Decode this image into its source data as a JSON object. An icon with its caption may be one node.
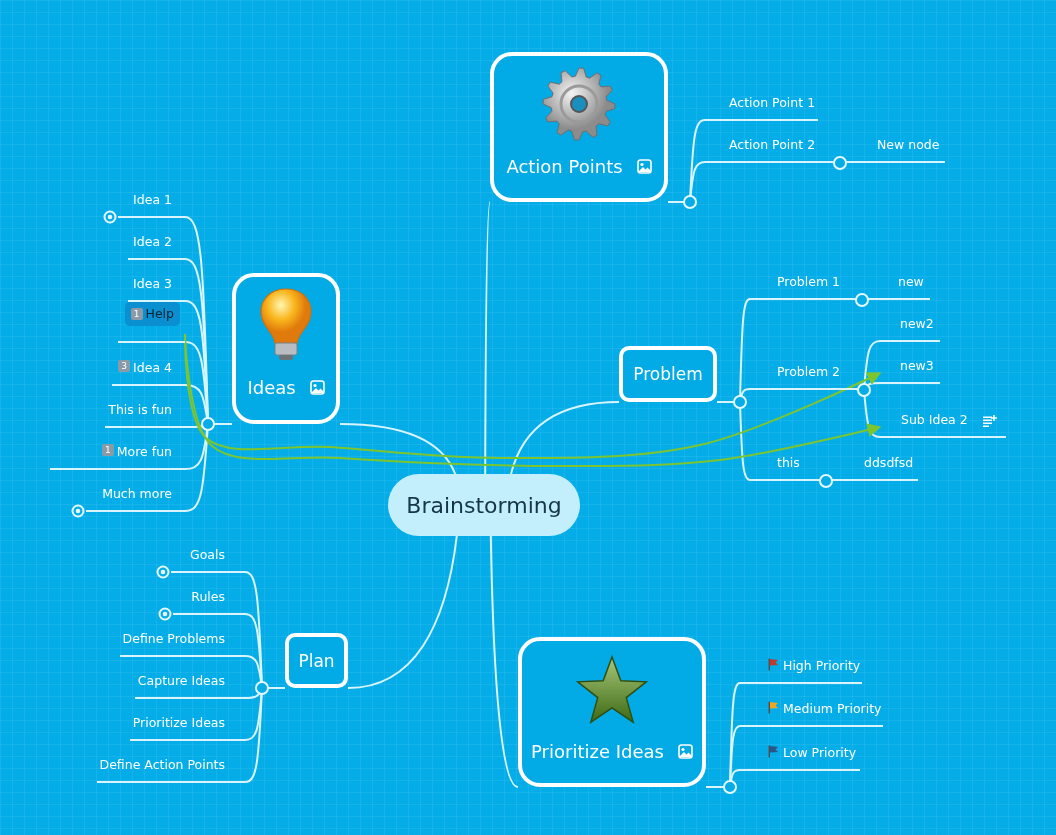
{
  "diagram": {
    "nodes": [
      {
        "text": [
          "Brainstorming"
        ]
      },
      {
        "text": [
          "Action Points"
        ]
      },
      {
        "text": [
          "Action Point 1"
        ]
      },
      {
        "text": [
          "Action Point 2"
        ]
      },
      {
        "text": [
          "New node"
        ]
      },
      {
        "text": [
          "Problem"
        ]
      },
      {
        "text": [
          "Problem 1"
        ]
      },
      {
        "text": [
          "new"
        ]
      },
      {
        "text": [
          "Problem 2"
        ]
      },
      {
        "text": [
          "new2"
        ]
      },
      {
        "text": [
          "new3"
        ]
      },
      {
        "text": [
          "Sub Idea 2"
        ]
      },
      {
        "text": [
          "this"
        ]
      },
      {
        "text": [
          "ddsdfsd"
        ]
      },
      {
        "text": [
          "Prioritize Ideas"
        ]
      },
      {
        "text": [
          "High Priority"
        ]
      },
      {
        "text": [
          "Medium Priority"
        ]
      },
      {
        "text": [
          "Low Priority"
        ]
      },
      {
        "text": [
          "Ideas"
        ]
      },
      {
        "text": [
          "Idea 1"
        ]
      },
      {
        "text": [
          "Idea 2"
        ]
      },
      {
        "text": [
          "Idea 3"
        ]
      },
      {
        "text": [
          "1",
          "Help"
        ]
      },
      {
        "text": [
          "3",
          "Idea 4"
        ]
      },
      {
        "text": [
          "This is fun"
        ]
      },
      {
        "text": [
          "1",
          "More fun"
        ]
      },
      {
        "text": [
          "Much more"
        ]
      },
      {
        "text": [
          "Plan"
        ]
      },
      {
        "text": [
          "Goals"
        ]
      },
      {
        "text": [
          "Rules"
        ]
      },
      {
        "text": [
          "Define Problems"
        ]
      },
      {
        "text": [
          "Capture Ideas"
        ]
      },
      {
        "text": [
          "Prioritize Ideas"
        ]
      },
      {
        "text": [
          "Define Action Points"
        ]
      }
    ],
    "edges": [
      {
        "from": 0,
        "to": 1,
        "arrow": "none"
      },
      {
        "from": 0,
        "to": 5,
        "arrow": "none"
      },
      {
        "from": 0,
        "to": 14,
        "arrow": "none"
      },
      {
        "from": 0,
        "to": 18,
        "arrow": "none"
      },
      {
        "from": 0,
        "to": 27,
        "arrow": "none"
      },
      {
        "from": 1,
        "to": 2,
        "arrow": "none"
      },
      {
        "from": 1,
        "to": 3,
        "arrow": "none"
      },
      {
        "from": 3,
        "to": 4,
        "arrow": "none"
      },
      {
        "from": 5,
        "to": 6,
        "arrow": "none"
      },
      {
        "from": 6,
        "to": 7,
        "arrow": "none"
      },
      {
        "from": 5,
        "to": 8,
        "arrow": "none"
      },
      {
        "from": 8,
        "to": 9,
        "arrow": "none"
      },
      {
        "from": 8,
        "to": 10,
        "arrow": "none"
      },
      {
        "from": 8,
        "to": 11,
        "arrow": "none"
      },
      {
        "from": 5,
        "to": 12,
        "arrow": "none"
      },
      {
        "from": 12,
        "to": 13,
        "arrow": "none"
      },
      {
        "from": 14,
        "to": 15,
        "arrow": "none"
      },
      {
        "from": 14,
        "to": 16,
        "arrow": "none"
      },
      {
        "from": 14,
        "to": 17,
        "arrow": "none"
      },
      {
        "from": 18,
        "to": 19,
        "arrow": "none"
      },
      {
        "from": 18,
        "to": 20,
        "arrow": "none"
      },
      {
        "from": 18,
        "to": 21,
        "arrow": "none"
      },
      {
        "from": 18,
        "to": 22,
        "arrow": "none"
      },
      {
        "from": 18,
        "to": 23,
        "arrow": "none"
      },
      {
        "from": 18,
        "to": 24,
        "arrow": "none"
      },
      {
        "from": 18,
        "to": 25,
        "arrow": "none"
      },
      {
        "from": 18,
        "to": 26,
        "arrow": "none"
      },
      {
        "from": 27,
        "to": 28,
        "arrow": "none"
      },
      {
        "from": 27,
        "to": 29,
        "arrow": "none"
      },
      {
        "from": 27,
        "to": 30,
        "arrow": "none"
      },
      {
        "from": 27,
        "to": 31,
        "arrow": "none"
      },
      {
        "from": 27,
        "to": 32,
        "arrow": "none"
      },
      {
        "from": 27,
        "to": 33,
        "arrow": "none"
      },
      {
        "from": 22,
        "to": 10,
        "arrow": "to",
        "color": "#7dc52f"
      },
      {
        "from": 22,
        "to": 11,
        "arrow": "to",
        "color": "#7dc52f"
      }
    ]
  }
}
